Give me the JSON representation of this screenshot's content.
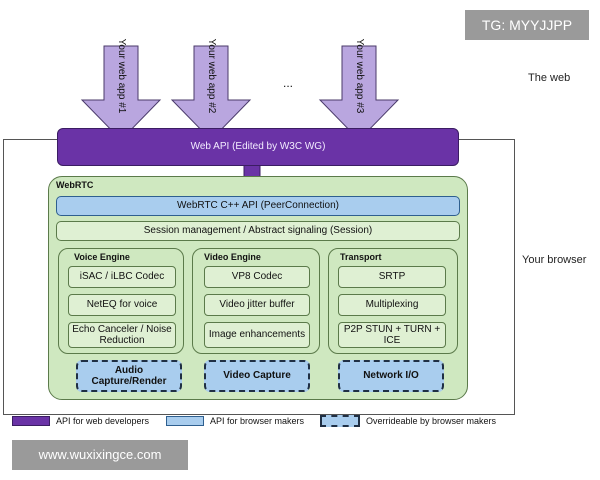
{
  "watermark": "TG: MYYJJPP",
  "url_banner": "www.wuxixingce.com",
  "side_labels": {
    "web": "The web",
    "browser": "Your browser"
  },
  "apps": [
    "Your web app #1",
    "Your web app #2",
    "Your web app #3"
  ],
  "ellipsis": "...",
  "web_api": "Web API (Edited by W3C WG)",
  "webrtc": {
    "title": "WebRTC",
    "cpp_api": "WebRTC C++ API (PeerConnection)",
    "session": "Session management / Abstract signaling (Session)"
  },
  "voice_engine": {
    "title": "Voice Engine",
    "items": [
      "iSAC / iLBC Codec",
      "NetEQ for voice",
      "Echo Canceler / Noise Reduction"
    ],
    "bottom": "Audio Capture/Render"
  },
  "video_engine": {
    "title": "Video Engine",
    "items": [
      "VP8 Codec",
      "Video jitter buffer",
      "Image enhancements"
    ],
    "bottom": "Video Capture"
  },
  "transport": {
    "title": "Transport",
    "items": [
      "SRTP",
      "Multiplexing",
      "P2P STUN + TURN + ICE"
    ],
    "bottom": "Network I/O"
  },
  "legend": [
    {
      "label": "API for web developers",
      "color": "#6a33a6"
    },
    {
      "label": "API for browser makers",
      "color": "#a9cdee"
    },
    {
      "label": "Overrideable by browser makers",
      "color": "#a9cdee"
    }
  ],
  "colors": {
    "purple": "#6a33a6",
    "lavender": "#b9a6df",
    "green": "#cfe8c0",
    "blue": "#a9cdee"
  }
}
